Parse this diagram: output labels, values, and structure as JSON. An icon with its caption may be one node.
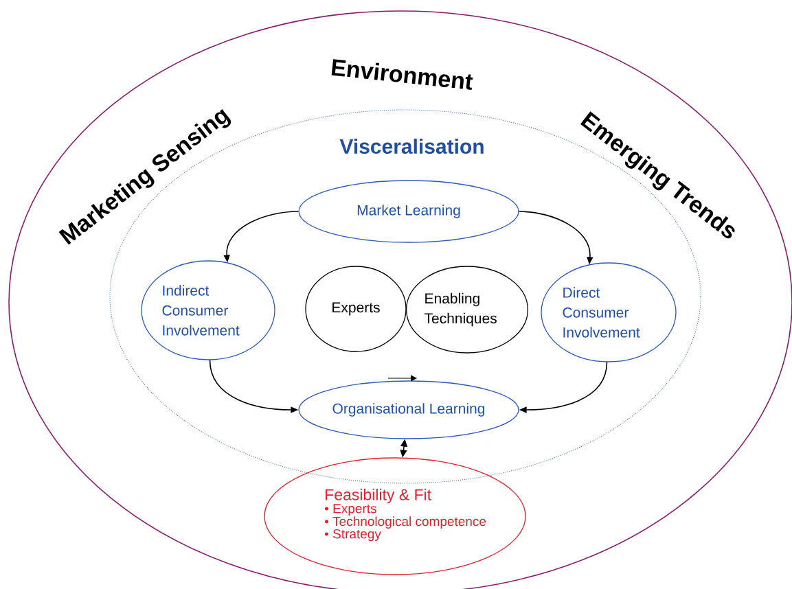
{
  "diagram": {
    "nodes": [
      {
        "text": [
          "Environment",
          "Marketing Sensing",
          "Emerging Trends"
        ]
      },
      {
        "text": [
          "Visceralisation"
        ],
        "in": 0
      },
      {
        "text": [
          "Market Learning"
        ],
        "in": 1
      },
      {
        "text": [
          "Indirect Consumer Involvement"
        ],
        "in": 1
      },
      {
        "text": [
          "Experts"
        ],
        "in": 1
      },
      {
        "text": [
          "Enabling Techniques"
        ],
        "in": 1
      },
      {
        "text": [
          "Direct Consumer Involvement"
        ],
        "in": 1
      },
      {
        "text": [
          "Organisational Learning"
        ],
        "in": 1
      },
      {
        "text": [
          "Feasibility & Fit",
          "• Experts",
          "• Technological competence",
          "• Strategy"
        ],
        "in": 0
      }
    ],
    "edges": [
      {
        "from": 2,
        "to": 3,
        "arrow": "to"
      },
      {
        "from": 2,
        "to": 6,
        "arrow": "to"
      },
      {
        "from": 3,
        "to": 7,
        "arrow": "to"
      },
      {
        "from": 6,
        "to": 7,
        "arrow": "to"
      },
      {
        "from": 7,
        "to": 8,
        "arrow": "both"
      }
    ]
  }
}
